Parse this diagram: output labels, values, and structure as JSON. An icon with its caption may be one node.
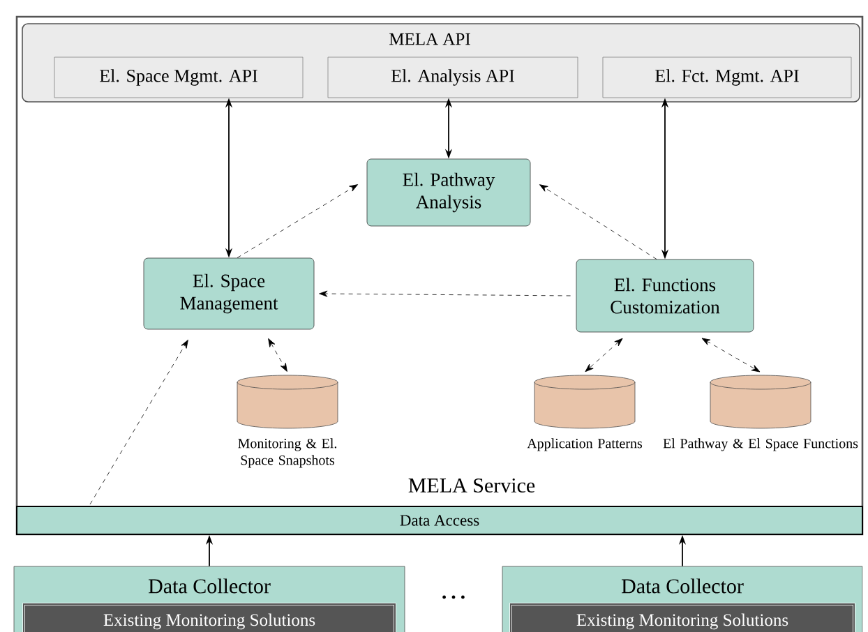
{
  "diagram": {
    "nodes": [
      {
        "text": [
          "MELA Service"
        ]
      },
      {
        "text": [
          "MELA API"
        ],
        "in": 0
      },
      {
        "text": [
          "El. Space Mgmt. API"
        ],
        "in": 1
      },
      {
        "text": [
          "El. Analysis API"
        ],
        "in": 1
      },
      {
        "text": [
          "El. Fct. Mgmt. API"
        ],
        "in": 1
      },
      {
        "text": [
          "El. Pathway Analysis"
        ],
        "in": 0
      },
      {
        "text": [
          "El. Space Management"
        ],
        "in": 0
      },
      {
        "text": [
          "El. Functions Customization"
        ],
        "in": 0
      },
      {
        "text": [],
        "shape": "cylinder",
        "beside": [
          "Monitoring & El. Space Snapshots"
        ],
        "in": 0
      },
      {
        "text": [],
        "shape": "cylinder",
        "beside": [
          "Application Patterns"
        ],
        "in": 0
      },
      {
        "text": [],
        "shape": "cylinder",
        "beside": [
          "El Pathway & El Space Functions"
        ],
        "in": 0
      },
      {
        "text": [
          "Data Access"
        ],
        "in": 0
      },
      {
        "text": [
          "Data Collector"
        ]
      },
      {
        "text": [
          "Existing Monitoring  Solutions"
        ],
        "in": 12
      },
      {
        "text": [
          "Data Collector"
        ]
      },
      {
        "text": [
          "Existing Monitoring  Solutions"
        ],
        "in": 14
      }
    ],
    "edges": [
      {
        "from": 2,
        "to": 6,
        "arrow": "both"
      },
      {
        "from": 3,
        "to": 5,
        "arrow": "both"
      },
      {
        "from": 4,
        "to": 7,
        "arrow": "both"
      },
      {
        "from": 6,
        "to": 5,
        "arrow": "to",
        "style": "dashed"
      },
      {
        "from": 7,
        "to": 5,
        "arrow": "to",
        "style": "dashed"
      },
      {
        "from": 7,
        "to": 6,
        "arrow": "to",
        "style": "dashed"
      },
      {
        "from": 6,
        "to": 8,
        "arrow": "both",
        "style": "dashed"
      },
      {
        "from": 7,
        "to": 9,
        "arrow": "both",
        "style": "dashed"
      },
      {
        "from": 7,
        "to": 10,
        "arrow": "both",
        "style": "dashed"
      },
      {
        "from": 11,
        "to": 6,
        "arrow": "to",
        "style": "dashed"
      },
      {
        "from": 12,
        "to": 11,
        "arrow": "to"
      },
      {
        "from": 14,
        "to": 11,
        "arrow": "to"
      }
    ],
    "labels": [
      "…"
    ]
  }
}
